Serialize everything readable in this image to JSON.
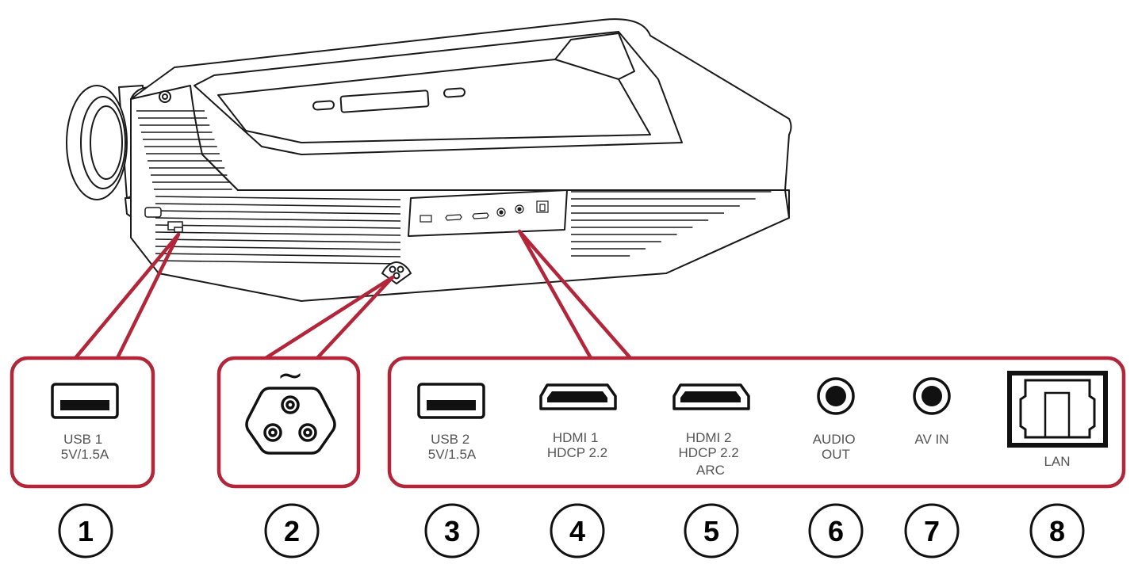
{
  "colors": {
    "callout": "#b3263a",
    "line": "#1a1a1a",
    "label": "#555555"
  },
  "callouts": [
    {
      "number": "1",
      "icon": "usb-port-icon",
      "lines": [
        "USB 1",
        "5V/1.5A"
      ]
    },
    {
      "number": "2",
      "icon": "ac-power-inlet-icon",
      "symbol": "~",
      "lines": []
    },
    {
      "number": "3",
      "icon": "usb-port-icon",
      "lines": [
        "USB 2",
        "5V/1.5A"
      ]
    },
    {
      "number": "4",
      "icon": "hdmi-port-icon",
      "lines": [
        "HDMI 1",
        "HDCP 2.2"
      ]
    },
    {
      "number": "5",
      "icon": "hdmi-port-icon",
      "lines": [
        "HDMI 2",
        "HDCP 2.2",
        "ARC"
      ]
    },
    {
      "number": "6",
      "icon": "audio-jack-icon",
      "lines": [
        "AUDIO",
        "OUT"
      ]
    },
    {
      "number": "7",
      "icon": "audio-jack-icon",
      "lines": [
        "AV IN"
      ]
    },
    {
      "number": "8",
      "icon": "lan-port-icon",
      "lines": [
        "LAN"
      ]
    }
  ]
}
